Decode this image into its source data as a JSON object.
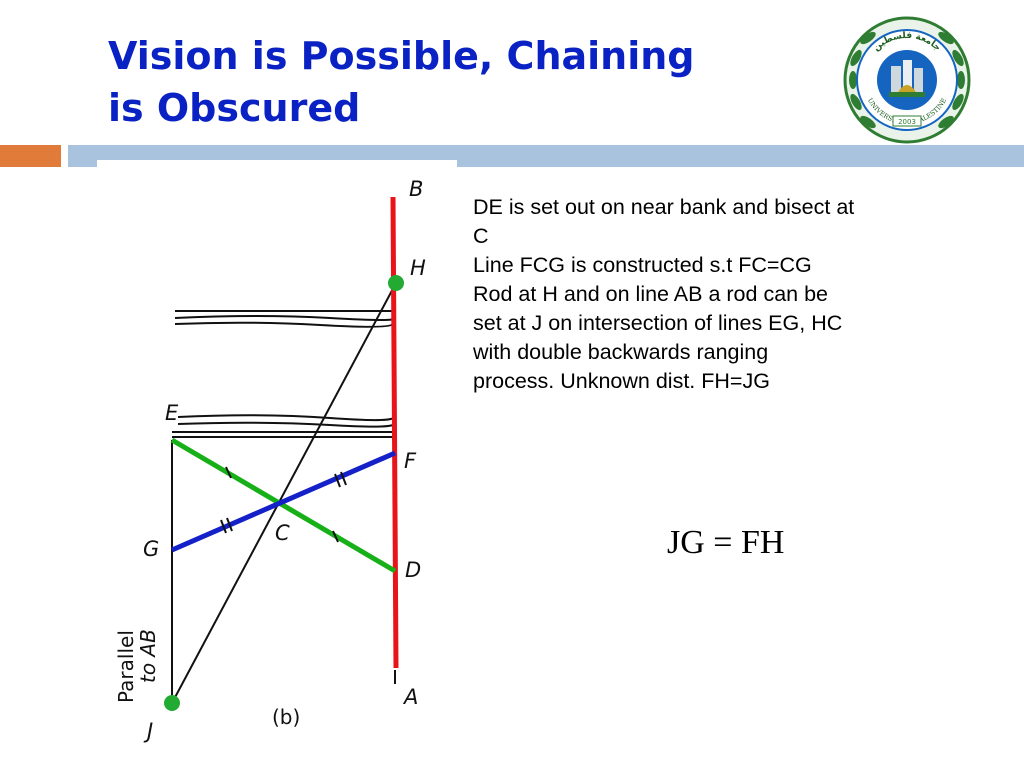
{
  "slide": {
    "title_lines": [
      "Vision is Possible, Chaining",
      "is Obscured"
    ],
    "description_lines": [
      "DE is set out on near bank and bisect at",
      "C",
      "Line FCG is constructed  s.t FC=CG",
      "Rod at H and on line AB a rod can be",
      "set at J on intersection of lines EG, HC",
      "with double backwards ranging",
      "process. Unknown dist. FH=JG"
    ],
    "equation": "JG = FH"
  },
  "logo": {
    "arabic_text": "جامعة فلسطين",
    "english_text": "UNIVERSITY OF PALESTINE",
    "year": "2003",
    "colors": {
      "ring": "#2e7d32",
      "inner": "#1565c0",
      "gold": "#c9a227"
    }
  },
  "diagram": {
    "points": {
      "B": "B",
      "H": "H",
      "E": "E",
      "F": "F",
      "C": "C",
      "G": "G",
      "D": "D",
      "A": "A",
      "J": "J"
    },
    "caption": "(b)",
    "side_label_lines": [
      "Parallel",
      "to AB"
    ],
    "colors": {
      "ab_line": "#e8141a",
      "de_line": "#18b018",
      "fg_line": "#1420c8",
      "rod": "#22aa33",
      "ink": "#111111"
    }
  },
  "colors": {
    "title": "#0a21c4",
    "bar_orange": "#e07b3a",
    "bar_blue": "#a9c3de"
  }
}
